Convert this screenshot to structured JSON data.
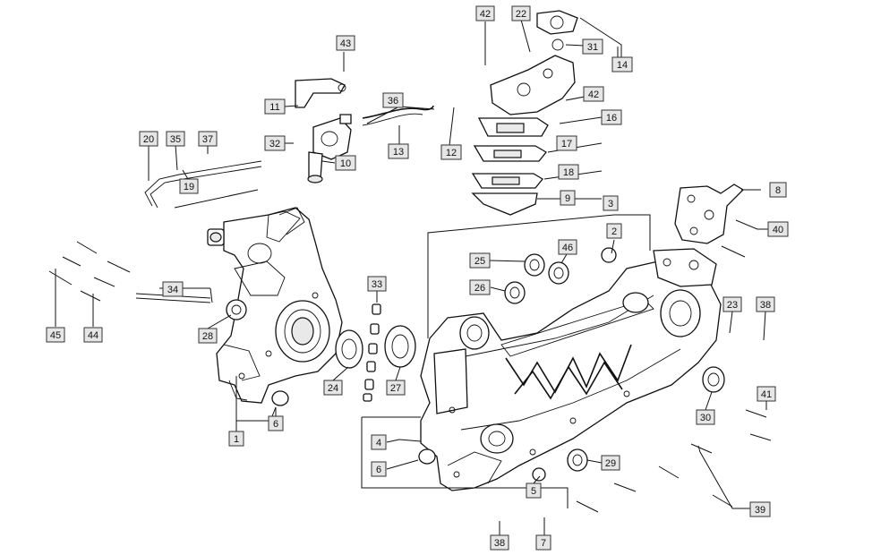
{
  "diagram": {
    "callouts": [
      {
        "id": "c1",
        "label": "1"
      },
      {
        "id": "c2",
        "label": "2"
      },
      {
        "id": "c3",
        "label": "3"
      },
      {
        "id": "c4",
        "label": "4"
      },
      {
        "id": "c5",
        "label": "5"
      },
      {
        "id": "c6a",
        "label": "6"
      },
      {
        "id": "c6b",
        "label": "6"
      },
      {
        "id": "c7",
        "label": "7"
      },
      {
        "id": "c8",
        "label": "8"
      },
      {
        "id": "c9",
        "label": "9"
      },
      {
        "id": "c10",
        "label": "10"
      },
      {
        "id": "c11",
        "label": "11"
      },
      {
        "id": "c12",
        "label": "12"
      },
      {
        "id": "c13",
        "label": "13"
      },
      {
        "id": "c14",
        "label": "14"
      },
      {
        "id": "c16",
        "label": "16"
      },
      {
        "id": "c17",
        "label": "17"
      },
      {
        "id": "c18",
        "label": "18"
      },
      {
        "id": "c19",
        "label": "19"
      },
      {
        "id": "c20",
        "label": "20"
      },
      {
        "id": "c22",
        "label": "22"
      },
      {
        "id": "c23",
        "label": "23"
      },
      {
        "id": "c24",
        "label": "24"
      },
      {
        "id": "c25",
        "label": "25"
      },
      {
        "id": "c26",
        "label": "26"
      },
      {
        "id": "c27",
        "label": "27"
      },
      {
        "id": "c28",
        "label": "28"
      },
      {
        "id": "c29",
        "label": "29"
      },
      {
        "id": "c30",
        "label": "30"
      },
      {
        "id": "c31",
        "label": "31"
      },
      {
        "id": "c32",
        "label": "32"
      },
      {
        "id": "c33",
        "label": "33"
      },
      {
        "id": "c34",
        "label": "34"
      },
      {
        "id": "c35",
        "label": "35"
      },
      {
        "id": "c36",
        "label": "36"
      },
      {
        "id": "c37",
        "label": "37"
      },
      {
        "id": "c38a",
        "label": "38"
      },
      {
        "id": "c38b",
        "label": "38"
      },
      {
        "id": "c39",
        "label": "39"
      },
      {
        "id": "c40",
        "label": "40"
      },
      {
        "id": "c41",
        "label": "41"
      },
      {
        "id": "c42a",
        "label": "42"
      },
      {
        "id": "c42b",
        "label": "42"
      },
      {
        "id": "c43",
        "label": "43"
      },
      {
        "id": "c44",
        "label": "44"
      },
      {
        "id": "c45",
        "label": "45"
      },
      {
        "id": "c46",
        "label": "46"
      }
    ],
    "colors": {
      "line": "#111111",
      "label_box": "#e6e6e6",
      "background": "#ffffff"
    }
  }
}
